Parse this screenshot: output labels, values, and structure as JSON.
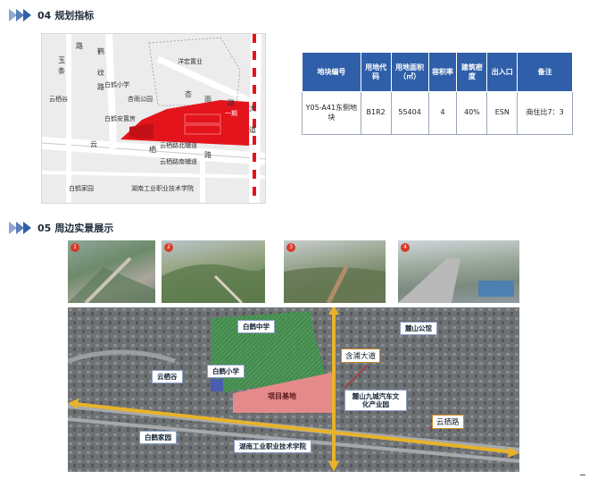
{
  "sections": [
    {
      "number": "04",
      "title": "规划指标"
    },
    {
      "number": "05",
      "title": "周边实景展示"
    }
  ],
  "map": {
    "labels": {
      "yu": "玉",
      "tiao": "条",
      "lu1": "路",
      "he": "鹤",
      "wen": "纹",
      "lu2": "路",
      "yanghong": "洋宏置业",
      "yunqigu": "云栖谷",
      "baihe_xiaoxue": "白鹤小学",
      "xingyu_park": "杏雨公园",
      "baihe_anzhi": "白鹤安置房",
      "xing": "杏",
      "yu2": "雨",
      "lu3": "路",
      "da": "大",
      "dao": "道",
      "yun": "云",
      "qi": "栖",
      "lu4": "路",
      "north_aux": "云栖路北辅道",
      "south_aux": "云栖路南辅道",
      "baihe_jiayuan": "白鹤家园",
      "hunan_college": "湖南工业职业技术学院",
      "plot_code": "一期"
    },
    "colors": {
      "plot": "#e4141c",
      "road": "#ffffff",
      "dash": "#e4141c"
    }
  },
  "table": {
    "headers": [
      "地块编号",
      "用地代码",
      "用地面积（㎡）",
      "容积率",
      "建筑密度",
      "出入口",
      "备注"
    ],
    "row": [
      "Y05-A41东侧地块",
      "B1R2",
      "55404",
      "4",
      "40%",
      "ESN",
      "商住比7：3"
    ],
    "header_color": "#2f5fa8"
  },
  "photos": [
    {
      "num": "1"
    },
    {
      "num": "2"
    },
    {
      "num": "3"
    },
    {
      "num": "4"
    }
  ],
  "aerial": {
    "labels": {
      "baihe_zhongxue": "白鹤中学",
      "lushan_park": "麓山公馆",
      "hanpu_road": "含浦大道",
      "yunqigu": "云栖谷",
      "baihe_xiaoxue": "白鹤小学",
      "plot": "项目基地",
      "lushan_auto": "麓山九城汽车文化产业园",
      "yunqi_road": "云栖路",
      "baihe_jiayuan": "白鹤家园",
      "hunan_college": "湖南工业职业技术学院"
    },
    "colors": {
      "green_zone": "#4a9a55",
      "pink_zone": "#e48a8a",
      "arrow": "#e8b32a"
    }
  }
}
